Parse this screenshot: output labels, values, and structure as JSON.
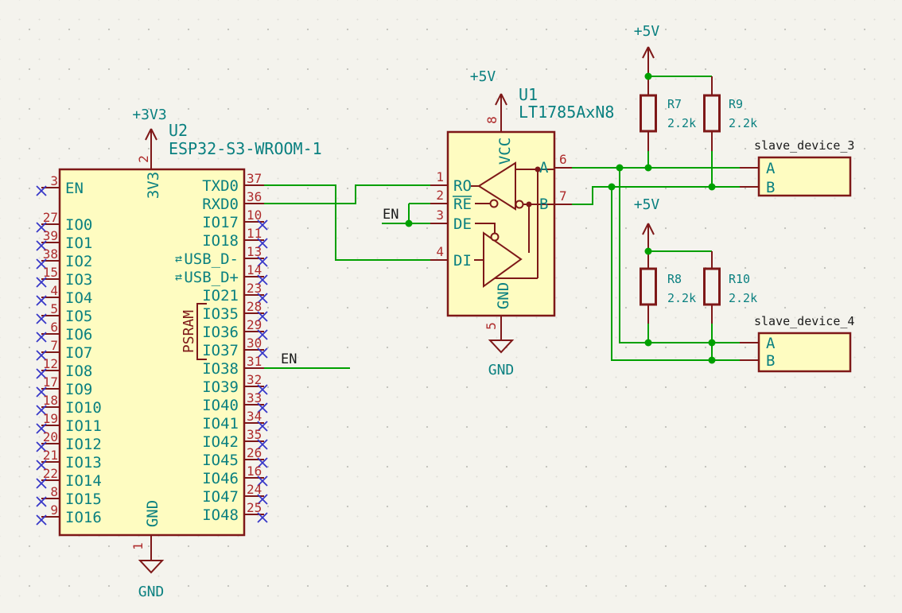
{
  "colors": {
    "background": "#F4F3ED",
    "component_body": "#FEFCC1",
    "component_outline": "#7E1818",
    "pin_name": "#0A8080",
    "pin_number": "#AE2B2B",
    "wire": "#00A000",
    "no_connect": "#3737C8",
    "net_label_text": "#1A1A1A",
    "power_label_text": "#0A8080"
  },
  "components": {
    "u2": {
      "reference": "U2",
      "value": "ESP32-S3-WROOM-1",
      "psram_group_label": "PSRAM",
      "top_pin": {
        "number": "2",
        "name": "3V3"
      },
      "bottom_pin": {
        "number": "1",
        "name": "GND"
      },
      "left_pins": [
        {
          "number": "3",
          "name": "EN",
          "nc": true
        },
        {
          "number": "27",
          "name": "IO0",
          "nc": true
        },
        {
          "number": "39",
          "name": "IO1",
          "nc": true
        },
        {
          "number": "38",
          "name": "IO2",
          "nc": true
        },
        {
          "number": "15",
          "name": "IO3",
          "nc": true
        },
        {
          "number": "4",
          "name": "IO4",
          "nc": true
        },
        {
          "number": "5",
          "name": "IO5",
          "nc": true
        },
        {
          "number": "6",
          "name": "IO6",
          "nc": true
        },
        {
          "number": "7",
          "name": "IO7",
          "nc": true
        },
        {
          "number": "12",
          "name": "IO8",
          "nc": true
        },
        {
          "number": "17",
          "name": "IO9",
          "nc": true
        },
        {
          "number": "18",
          "name": "IO10",
          "nc": true
        },
        {
          "number": "19",
          "name": "IO11",
          "nc": true
        },
        {
          "number": "20",
          "name": "IO12",
          "nc": true
        },
        {
          "number": "21",
          "name": "IO13",
          "nc": true
        },
        {
          "number": "22",
          "name": "IO14",
          "nc": true
        },
        {
          "number": "8",
          "name": "IO15",
          "nc": true
        },
        {
          "number": "9",
          "name": "IO16",
          "nc": true
        }
      ],
      "right_pins": [
        {
          "number": "37",
          "name": "TXD0"
        },
        {
          "number": "36",
          "name": "RXD0"
        },
        {
          "number": "10",
          "name": "IO17",
          "nc": true
        },
        {
          "number": "11",
          "name": "IO18",
          "nc": true
        },
        {
          "number": "13",
          "name": "USB_D-",
          "nc": true,
          "bidi": true
        },
        {
          "number": "14",
          "name": "USB_D+",
          "nc": true,
          "bidi": true
        },
        {
          "number": "23",
          "name": "IO21",
          "nc": true
        },
        {
          "number": "28",
          "name": "IO35",
          "nc": true
        },
        {
          "number": "29",
          "name": "IO36",
          "nc": true
        },
        {
          "number": "30",
          "name": "IO37",
          "nc": true
        },
        {
          "number": "31",
          "name": "IO38"
        },
        {
          "number": "32",
          "name": "IO39",
          "nc": true
        },
        {
          "number": "33",
          "name": "IO40",
          "nc": true
        },
        {
          "number": "34",
          "name": "IO41",
          "nc": true
        },
        {
          "number": "35",
          "name": "IO42",
          "nc": true
        },
        {
          "number": "26",
          "name": "IO45",
          "nc": true
        },
        {
          "number": "16",
          "name": "IO46",
          "nc": true
        },
        {
          "number": "24",
          "name": "IO47",
          "nc": true
        },
        {
          "number": "25",
          "name": "IO48",
          "nc": true
        }
      ]
    },
    "u1": {
      "reference": "U1",
      "value": "LT1785AxN8",
      "top_pin": {
        "number": "8",
        "name": "VCC"
      },
      "bottom_pin": {
        "number": "5",
        "name": "GND"
      },
      "left_pins": [
        {
          "number": "1",
          "name": "RO"
        },
        {
          "number": "2",
          "name": "RE",
          "overline": true
        },
        {
          "number": "3",
          "name": "DE"
        },
        {
          "number": "4",
          "name": "DI"
        }
      ],
      "right_pins": [
        {
          "number": "6",
          "name": "A"
        },
        {
          "number": "7",
          "name": "B"
        }
      ]
    },
    "resistors": [
      {
        "reference": "R7",
        "value": "2.2k"
      },
      {
        "reference": "R9",
        "value": "2.2k"
      },
      {
        "reference": "R8",
        "value": "2.2k"
      },
      {
        "reference": "R10",
        "value": "2.2k"
      }
    ],
    "slave_devices": [
      {
        "name": "slave_device_3",
        "pins": [
          "A",
          "B"
        ]
      },
      {
        "name": "slave_device_4",
        "pins": [
          "A",
          "B"
        ]
      }
    ]
  },
  "power_symbols": [
    {
      "label": "+3V3"
    },
    {
      "label": "+5V"
    },
    {
      "label": "+5V"
    },
    {
      "label": "+5V"
    },
    {
      "label": "GND"
    },
    {
      "label": "GND"
    }
  ],
  "net_labels": [
    {
      "text": "EN"
    },
    {
      "text": "EN"
    }
  ]
}
